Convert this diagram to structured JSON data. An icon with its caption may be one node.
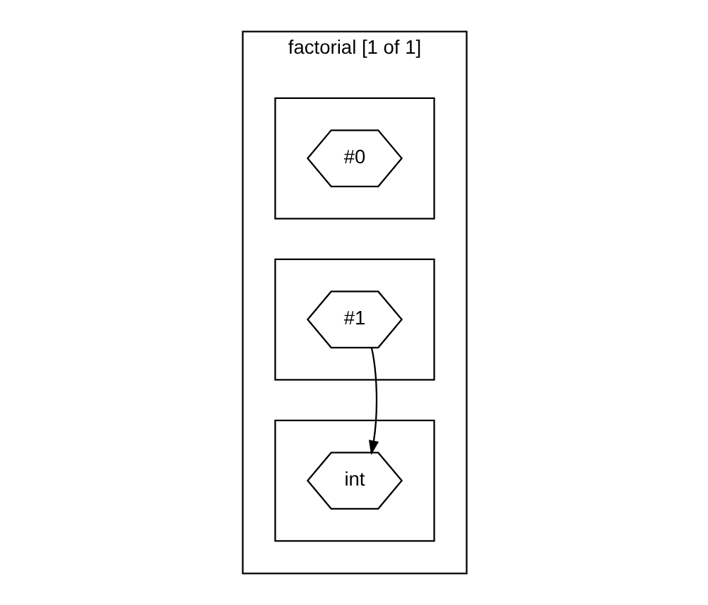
{
  "diagram": {
    "nodes": [
      {
        "text": [
          "factorial [1 of 1]"
        ]
      },
      {
        "text": [],
        "shape": "box",
        "in": 0
      },
      {
        "text": [
          "#0"
        ],
        "in": 1
      },
      {
        "text": [],
        "shape": "box",
        "in": 0
      },
      {
        "text": [
          "#1"
        ],
        "in": 3
      },
      {
        "text": [],
        "shape": "box",
        "in": 0
      },
      {
        "text": [
          "int"
        ],
        "in": 5
      }
    ],
    "edges": [
      {
        "from": 4,
        "to": 6,
        "arrow": "to"
      }
    ]
  }
}
